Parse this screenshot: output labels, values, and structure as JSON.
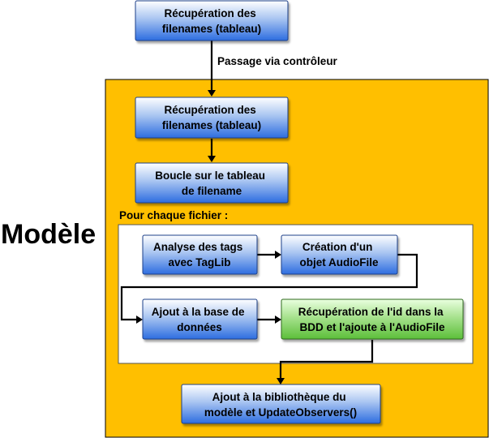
{
  "diagram": {
    "side_title": "Modèle",
    "edge_label": "Passage via contrôleur",
    "loop_label": "Pour chaque fichier :",
    "nodes": {
      "retrieve_top": [
        "Récupération des",
        "filenames (tableau)"
      ],
      "retrieve_model": [
        "Récupération des",
        "filenames (tableau)"
      ],
      "loop": [
        "Boucle sur le tableau",
        "de filename"
      ],
      "analyse_tags": [
        "Analyse des tags",
        "avec TagLib"
      ],
      "create_audiofile": [
        "Création d'un",
        "objet AudioFile"
      ],
      "add_db": [
        "Ajout à la base de",
        "données"
      ],
      "retrieve_id": [
        "Récupération de l'id dans la",
        "BDD et l'ajoute à l'AudioFile"
      ],
      "add_library": [
        "Ajout à la bibliothèque du",
        "modèle et UpdateObservers()"
      ]
    },
    "colors": {
      "model_background": "#ffbf00",
      "node_gradient_top": "#ffffff",
      "node_gradient_bottom": "#2d6de0",
      "highlight_gradient_top": "#eaffe0",
      "highlight_gradient_bottom": "#5cbf3a",
      "connector": "#000000"
    }
  }
}
